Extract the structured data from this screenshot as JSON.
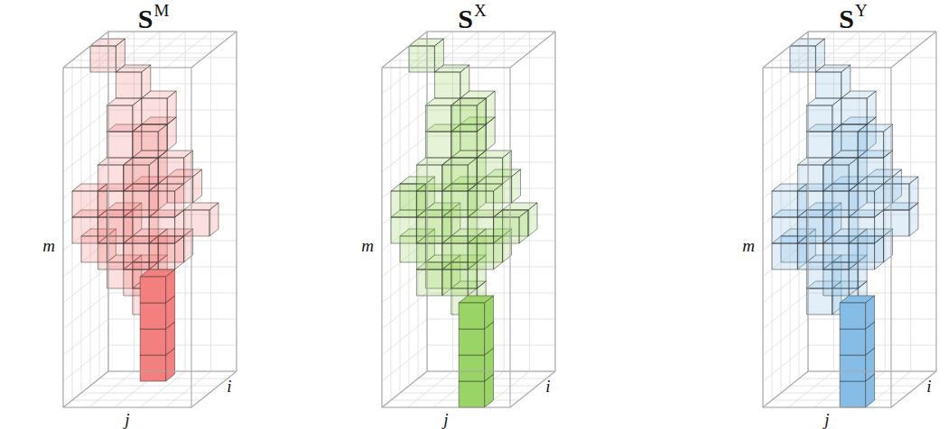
{
  "diagram": {
    "labels": [
      "S",
      "M",
      "m",
      "j",
      "i",
      "S",
      "X",
      "m",
      "j",
      "i",
      "S",
      "Y",
      "m",
      "j",
      "i"
    ]
  }
}
